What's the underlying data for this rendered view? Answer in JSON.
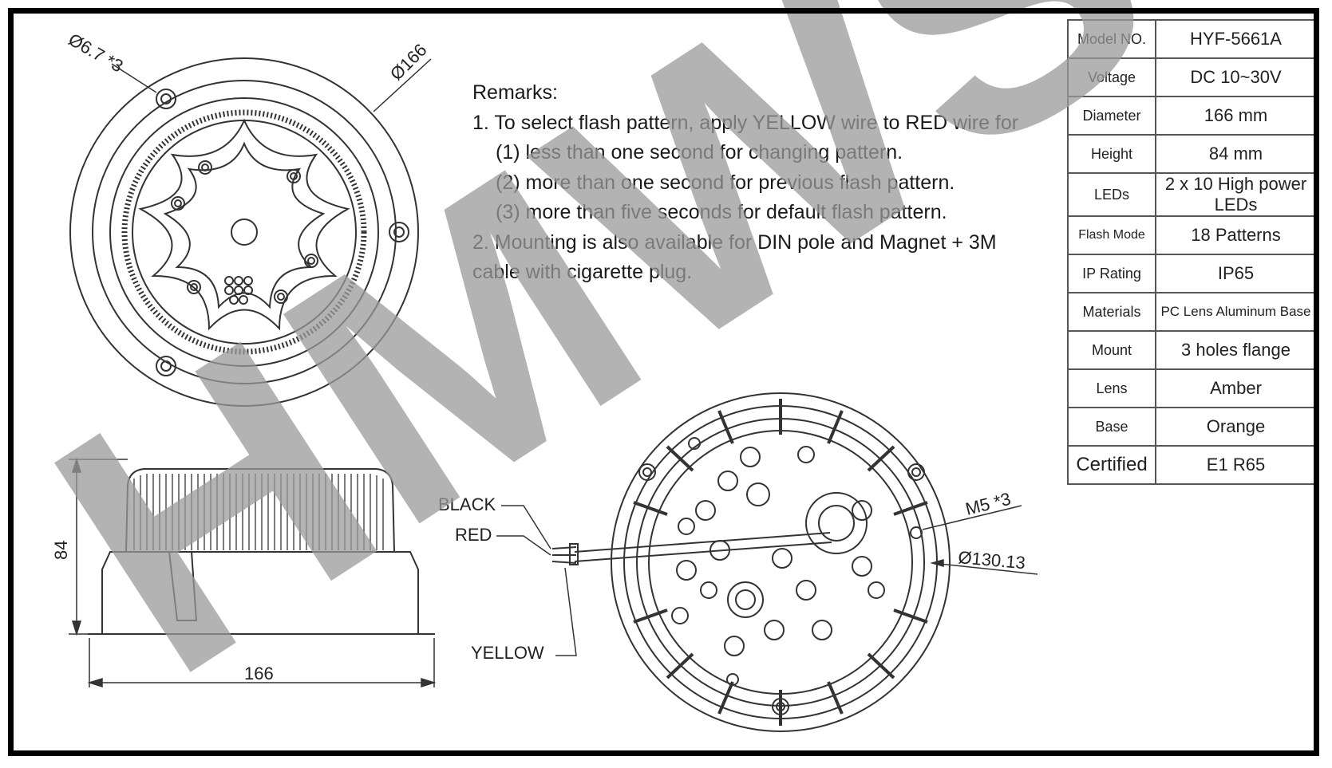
{
  "remarks": {
    "title": "Remarks:",
    "item1": "1. To select flash pattern, apply YELLOW wire to RED wire for",
    "item1_a": "(1) less than one second for changing pattern.",
    "item1_b": "(2) more than one second for previous flash pattern.",
    "item1_c": "(3) more than five seconds for default flash pattern.",
    "item2_line1": "2. Mounting is also available for DIN pole and Magnet + 3M",
    "item2_line2": "cable with cigarette plug."
  },
  "specs": [
    {
      "key": "Model NO.",
      "value": "HYF-5661A"
    },
    {
      "key": "Voltage",
      "value": "DC 10~30V"
    },
    {
      "key": "Diameter",
      "value": "166 mm"
    },
    {
      "key": "Height",
      "value": "84 mm"
    },
    {
      "key": "LEDs",
      "value": "2 x 10 High power LEDs"
    },
    {
      "key": "Flash Mode",
      "value": "18 Patterns"
    },
    {
      "key": "IP Rating",
      "value": "IP65"
    },
    {
      "key": "Materials",
      "value": "PC Lens Aluminum Base"
    },
    {
      "key": "Mount",
      "value": "3 holes flange"
    },
    {
      "key": "Lens",
      "value": "Amber"
    },
    {
      "key": "Base",
      "value": "Orange"
    },
    {
      "key": "Certified",
      "value": "E1 R65"
    }
  ],
  "dimensions": {
    "hole_dia": "Ø6.7 *3",
    "outer_dia": "Ø166",
    "height": "84",
    "width": "166",
    "screw": "M5 *3",
    "bolt_circle": "Ø130.13"
  },
  "wires": {
    "black": "BLACK",
    "red": "RED",
    "yellow": "YELLOW"
  },
  "watermark": "HMWS",
  "colors": {
    "watermark": "#9a9a9a",
    "line": "#333333",
    "frame": "#000000"
  }
}
